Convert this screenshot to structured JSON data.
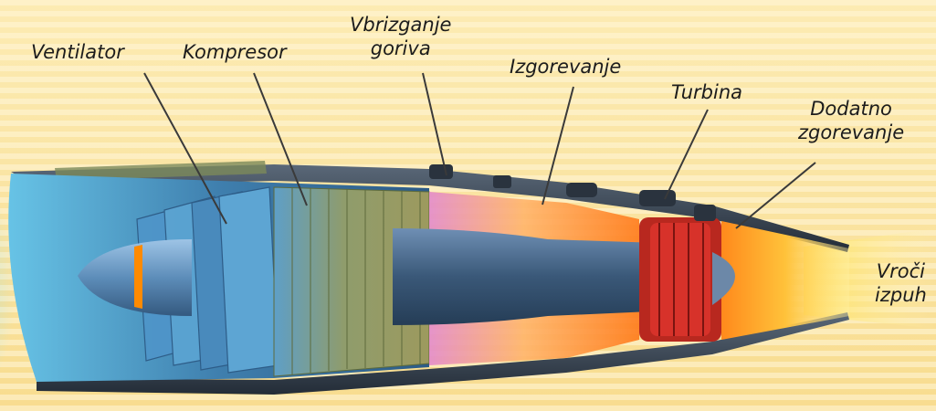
{
  "diagram": {
    "colors": {
      "background": "#fbe6a6",
      "stripe": "#fff3cf",
      "casing": "#3a4654",
      "fan_blade": "#4f95c9",
      "compressor_blade": "#9a9a64",
      "shaft": "#3e5f82",
      "flame": "#ff9a2e",
      "turbine": "#d7322a",
      "exhaust": "#ffd64a",
      "nose_stripe": "#ff8a00",
      "leader_line": "#3a3a3a"
    },
    "labels": {
      "ventilator": "Ventilator",
      "kompresor": "Kompresor",
      "vbrizganje_line1": "Vbrizganje",
      "vbrizganje_line2": "goriva",
      "izgorevanje": "Izgorevanje",
      "turbina": "Turbina",
      "dodatno_line1": "Dodatno",
      "dodatno_line2": "zgorevanje",
      "vroci_line1": "Vroči",
      "vroci_line2": "izpuh"
    }
  }
}
